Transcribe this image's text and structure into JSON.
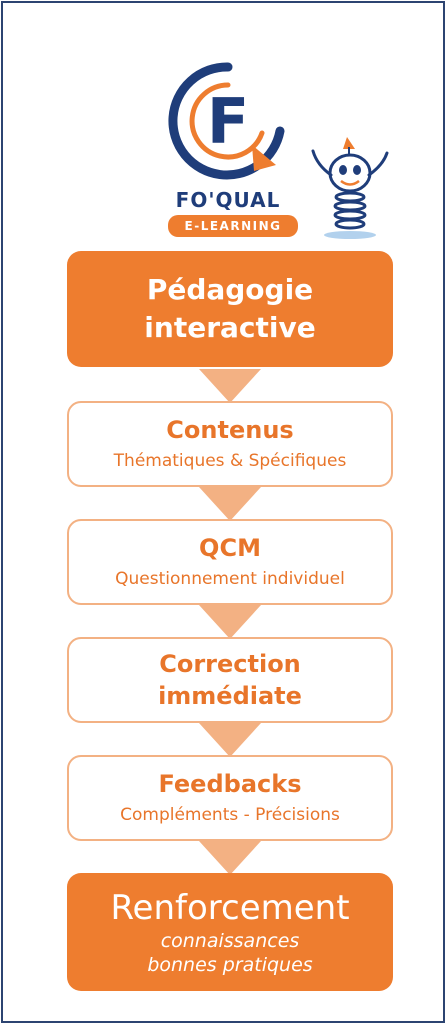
{
  "brand": {
    "logo_letter": "F",
    "name": "FO'QUAL",
    "tagline": "E-LEARNING",
    "colors": {
      "navy": "#1f3d7a",
      "orange": "#ee7d2f",
      "light_orange": "#f3b183"
    }
  },
  "steps": [
    {
      "title_line1": "Pédagogie",
      "title_line2": "interactive"
    },
    {
      "title": "Contenus",
      "subtitle": "Thématiques & Spécifiques"
    },
    {
      "title": "QCM",
      "subtitle": "Questionnement individuel"
    },
    {
      "title_line1": "Correction",
      "title_line2": "immédiate"
    },
    {
      "title": "Feedbacks",
      "subtitle": "Compléments - Précisions"
    },
    {
      "title": "Renforcement",
      "subtitle_line1": "connaissances",
      "subtitle_line2": "bonnes pratiques"
    }
  ],
  "icons": {
    "logo": "foqual-logo-icon",
    "mascot": "spring-mascot-icon",
    "flow_arrow": "down-arrow-icon"
  }
}
